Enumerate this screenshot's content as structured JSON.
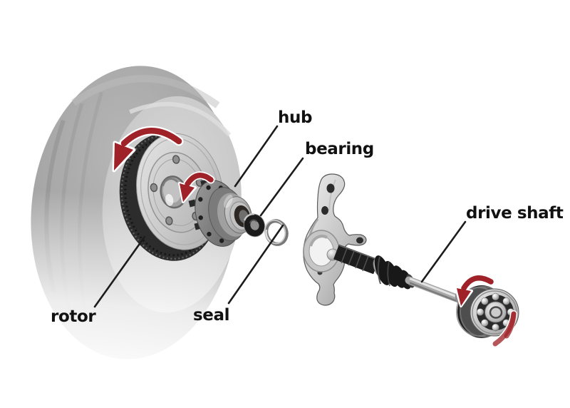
{
  "diagram": {
    "labels": {
      "hub": "hub",
      "bearing": "bearing",
      "rotor": "rotor",
      "seal": "seal",
      "drive_shaft": "drive shaft"
    },
    "colors": {
      "background": "#ffffff",
      "label_text": "#111111",
      "leader_line": "#1c1c1c",
      "rotation_arrow_red": "#9e2227",
      "rotation_arrow_red_light": "#b4565a",
      "tire_gray": "#a6a6a6",
      "metal_dark": "#2c2c2c",
      "metal_light": "#e6e6e6"
    },
    "icons": {
      "tire_rotation_arrow": "curved-red-arrow",
      "hub_rotation_arrow": "curved-red-arrow",
      "driveshaft_rotation_arrow": "curved-red-arrow"
    }
  }
}
